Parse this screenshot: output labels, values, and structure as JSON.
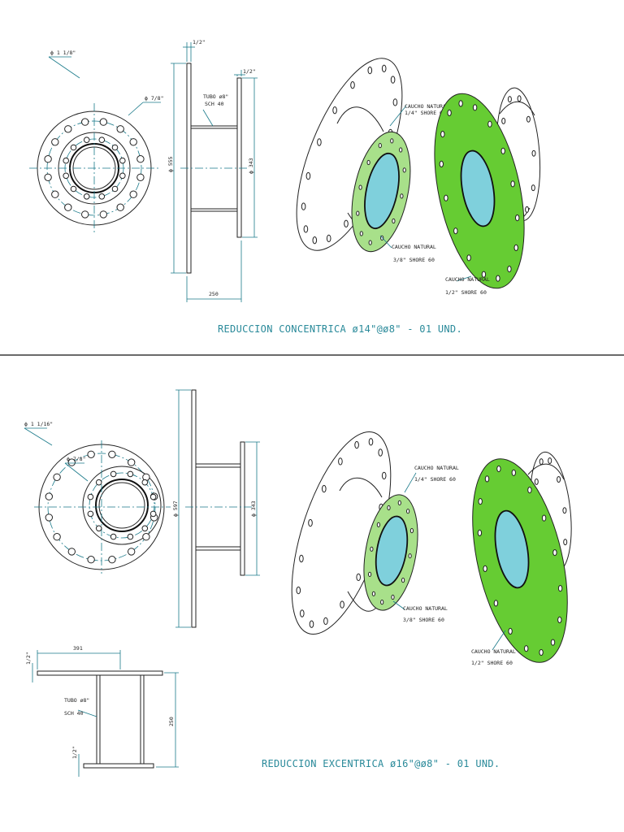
{
  "top": {
    "title": "REDUCCION CONCENTRICA ø14\"@ø8\" - 01 UND.",
    "front": {
      "hole_dia_outer": "ϕ 1 1/8\"",
      "hole_dia_inner": "ϕ 7/8\""
    },
    "side": {
      "thk_left": "1/2\"",
      "thk_right": "1/2\"",
      "pipe_line1": "TUBO ø8\"",
      "pipe_line2": "SCH 40",
      "dia_big": "ϕ 555",
      "dia_small": "ϕ 343",
      "length": "250"
    },
    "gaskets": {
      "small_top_l1": "CAUCHO NATURAL",
      "small_top_l2": "1/4\"   SHORE 60",
      "small_bot_l1": "CAUCHO NATURAL",
      "small_bot_l2": "3/8\"   SHORE 60",
      "big_l1": "CAUCHO NATURAL",
      "big_l2": "1/2\"   SHORE 60"
    }
  },
  "bottom": {
    "title": "REDUCCION EXCENTRICA ø16\"@ø8\" - 01 UND.",
    "front": {
      "hole_dia_outer": "ϕ 1 1/16\"",
      "hole_dia_inner": "ϕ 7/8\""
    },
    "side": {
      "dia_big": "ϕ 597",
      "dia_small": "ϕ 343"
    },
    "plan": {
      "width": "391",
      "thk_top": "1/2\"",
      "thk_bottom": "1/2\"",
      "pipe_line1": "TUBO ø8\"",
      "pipe_line2": "SCH 40",
      "length": "250"
    },
    "gaskets": {
      "small_top_l1": "CAUCHO NATURAL",
      "small_top_l2": "1/4\"   SHORE 60",
      "small_bot_l1": "CAUCHO NATURAL",
      "small_bot_l2": "3/8\"   SHORE 60",
      "big_l1": "CAUCHO NATURAL",
      "big_l2": "1/2\"   SHORE 60"
    }
  },
  "colors": {
    "gasket_green": "#66cc33",
    "gasket_light_green": "#a8e08a",
    "bore_cyan": "#7fd0dc",
    "title_teal": "#2a8a9a",
    "dimension_teal": "#1a7a8a"
  }
}
